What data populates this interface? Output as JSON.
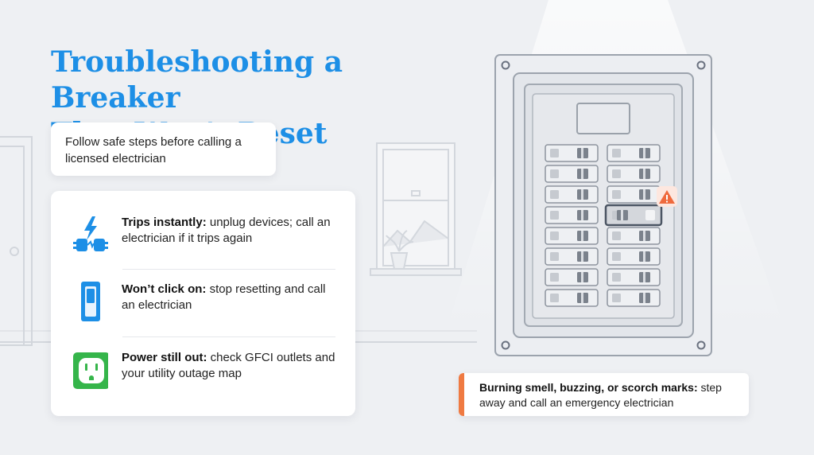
{
  "title": {
    "line1": "Troubleshooting a Breaker",
    "line2": "That Won’t Reset"
  },
  "subtitle": "Follow safe steps before calling a licensed electrician",
  "steps": [
    {
      "icon": "lightning-plug-icon",
      "heading": "Trips instantly:",
      "text": " unplug devices; call an electrician if it trips again"
    },
    {
      "icon": "switch-icon",
      "heading": "Won’t click on:",
      "text": " stop resetting and call an electrician"
    },
    {
      "icon": "outlet-icon",
      "heading": "Power still out:",
      "text": " check GFCI outlets and your utility outage map"
    }
  ],
  "warning": {
    "heading": "Burning smell, buzzing, or scorch marks:",
    "text": " step away and call an emergency electrician"
  },
  "colors": {
    "title": "#1d8fe6",
    "icon_blue": "#1d8fe6",
    "icon_green": "#35b54a",
    "warning_accent": "#ef7a42",
    "alert_badge": "#ef6a3d"
  }
}
